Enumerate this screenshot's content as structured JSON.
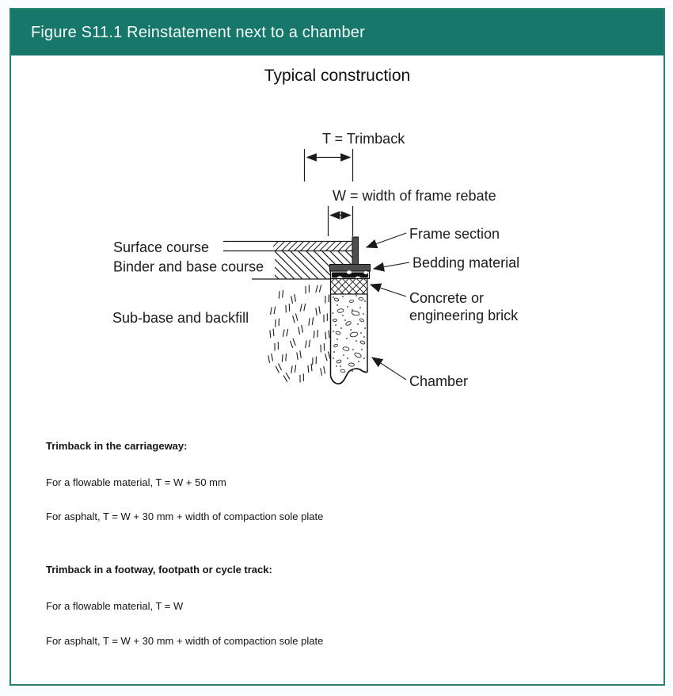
{
  "colors": {
    "header_bg": "#17776B",
    "panel_border": "#2B8172",
    "frame_fill": "#4E4E4E",
    "ink": "#1C1C1C"
  },
  "header": {
    "title": "Figure S11.1 Reinstatement next to a chamber"
  },
  "diagram": {
    "title": "Typical construction",
    "dim_trimback": "T = Trimback",
    "dim_rebate": "W = width of frame rebate",
    "labels": {
      "surface": "Surface course",
      "binder": "Binder and base course",
      "subbase": "Sub-base and backfill",
      "frame": "Frame section",
      "bedding": "Bedding material",
      "concrete1": "Concrete or",
      "concrete2": "engineering brick",
      "chamber": "Chamber"
    }
  },
  "notes": {
    "carriageway": {
      "heading": "Trimback in the carriageway:",
      "line1": "For a flowable material, T = W + 50 mm",
      "line2": "For asphalt, T = W + 30 mm + width of compaction sole plate"
    },
    "footway": {
      "heading": "Trimback in a footway, footpath or cycle track:",
      "line1": "For a flowable material, T = W",
      "line2": "For asphalt, T = W + 30 mm + width of compaction sole plate"
    }
  }
}
